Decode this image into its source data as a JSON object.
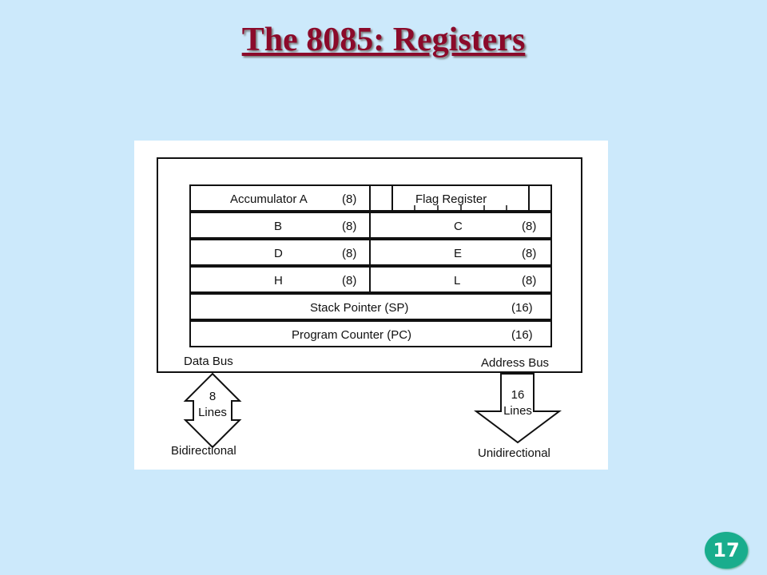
{
  "title": "The 8085: Registers",
  "registers": {
    "accumulator": {
      "name": "Accumulator A",
      "bits": "(8)"
    },
    "flag": {
      "name": "Flag Register"
    },
    "b": {
      "name": "B",
      "bits": "(8)"
    },
    "c": {
      "name": "C",
      "bits": "(8)"
    },
    "d": {
      "name": "D",
      "bits": "(8)"
    },
    "e": {
      "name": "E",
      "bits": "(8)"
    },
    "h": {
      "name": "H",
      "bits": "(8)"
    },
    "l": {
      "name": "L",
      "bits": "(8)"
    },
    "sp": {
      "name": "Stack Pointer (SP)",
      "bits": "(16)"
    },
    "pc": {
      "name": "Program Counter (PC)",
      "bits": "(16)"
    }
  },
  "buses": {
    "data": {
      "name": "Data Bus",
      "lines_count": "8",
      "lines_word": "Lines",
      "direction": "Bidirectional"
    },
    "address": {
      "name": "Address Bus",
      "lines_count": "16",
      "lines_word": "Lines",
      "direction": "Unidirectional"
    }
  },
  "page_number": "17"
}
